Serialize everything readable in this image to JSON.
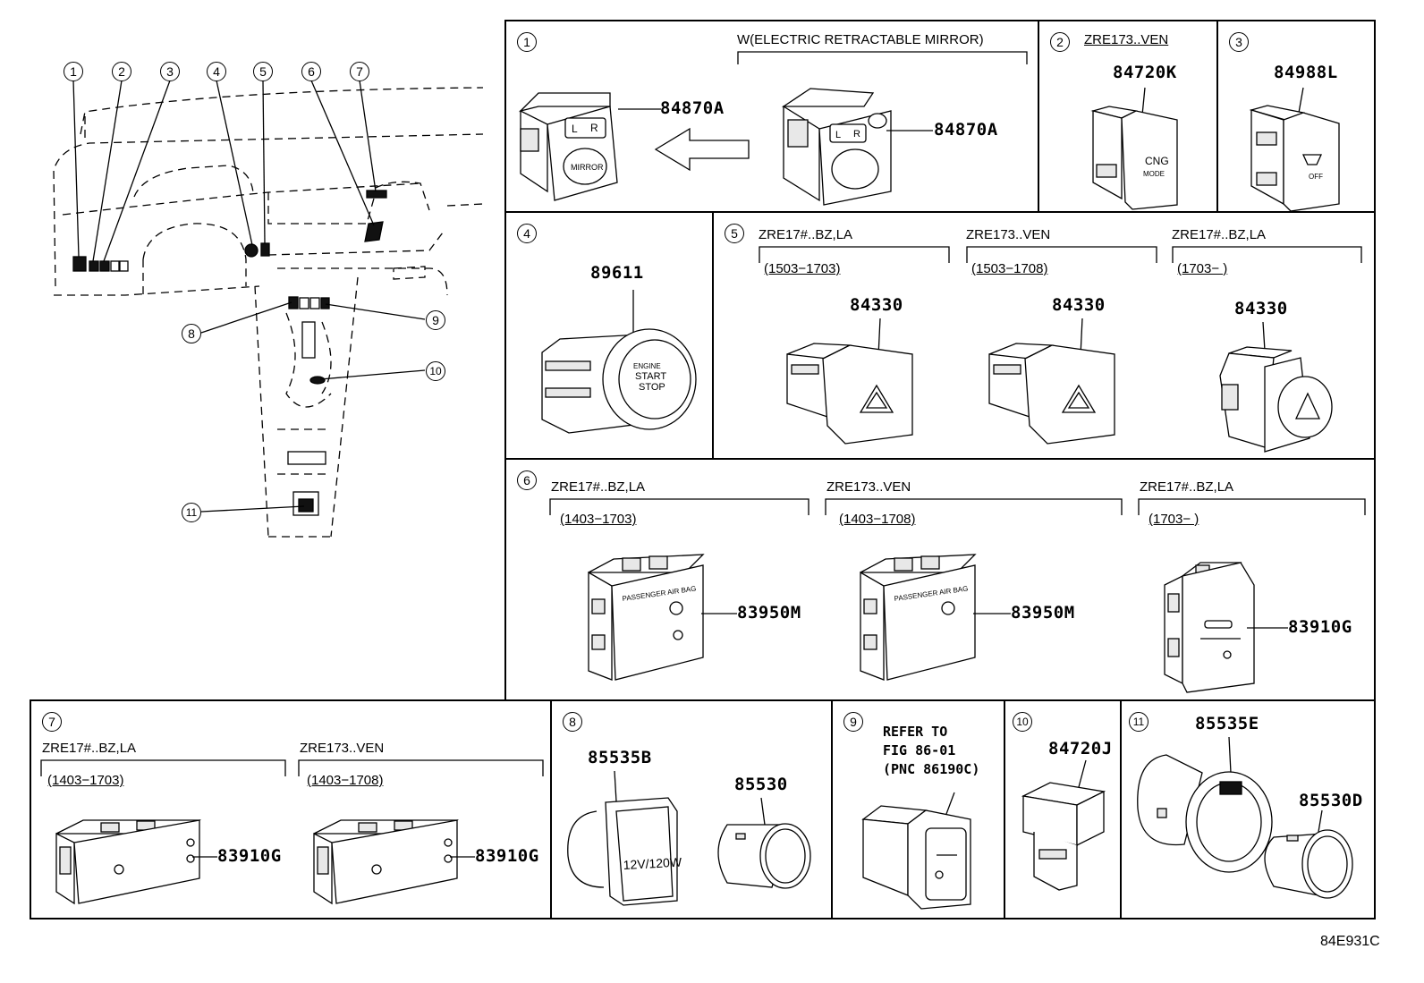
{
  "overview": {
    "callouts": [
      "1",
      "2",
      "3",
      "4",
      "5",
      "6",
      "7",
      "8",
      "9",
      "10",
      "11"
    ]
  },
  "panel1": {
    "num": "1",
    "note": "W(ELECTRIC RETRACTABLE MIRROR)",
    "part_a": "84870A",
    "part_b": "84870A",
    "switch_text": "MIRROR",
    "switch_l": "L",
    "switch_r": "R"
  },
  "panel2": {
    "num": "2",
    "note": "ZRE173..VEN",
    "part": "84720K",
    "switch_text_1": "CNG",
    "switch_text_2": "MODE"
  },
  "panel3": {
    "num": "3",
    "part": "84988L",
    "switch_text": "OFF"
  },
  "panel4": {
    "num": "4",
    "part": "89611",
    "btn_line1": "ENGINE",
    "btn_line2": "START",
    "btn_line3": "STOP"
  },
  "panel5": {
    "num": "5",
    "variants": [
      {
        "model": "ZRE17#..BZ,LA",
        "range": "(1503−1703)",
        "part": "84330"
      },
      {
        "model": "ZRE173..VEN",
        "range": "(1503−1708)",
        "part": "84330"
      },
      {
        "model": "ZRE17#..BZ,LA",
        "range": "(1703−        )",
        "part": "84330"
      }
    ]
  },
  "panel6": {
    "num": "6",
    "variants": [
      {
        "model": "ZRE17#..BZ,LA",
        "range": "(1403−1703)",
        "part": "83950M"
      },
      {
        "model": "ZRE173..VEN",
        "range": "(1403−1708)",
        "part": "83950M"
      },
      {
        "model": "ZRE17#..BZ,LA",
        "range": "(1703−        )",
        "part": "83910G"
      }
    ],
    "switch_text": "PASSENGER AIR BAG"
  },
  "panel7": {
    "num": "7",
    "variants": [
      {
        "model": "ZRE17#..BZ,LA",
        "range": "(1403−1703)",
        "part": "83910G"
      },
      {
        "model": "ZRE173..VEN",
        "range": "(1403−1708)",
        "part": "83910G"
      }
    ]
  },
  "panel8": {
    "num": "8",
    "part_a": "85535B",
    "part_b": "85530",
    "socket_text": "12V/120W"
  },
  "panel9": {
    "num": "9",
    "note_line1": "REFER TO",
    "note_line2": "FIG 86-01",
    "note_line3": "(PNC 86190C)"
  },
  "panel10": {
    "num": "10",
    "part": "84720J"
  },
  "panel11": {
    "num": "11",
    "part_a": "85535E",
    "part_b": "85530D"
  },
  "figure_code": "84E931C"
}
